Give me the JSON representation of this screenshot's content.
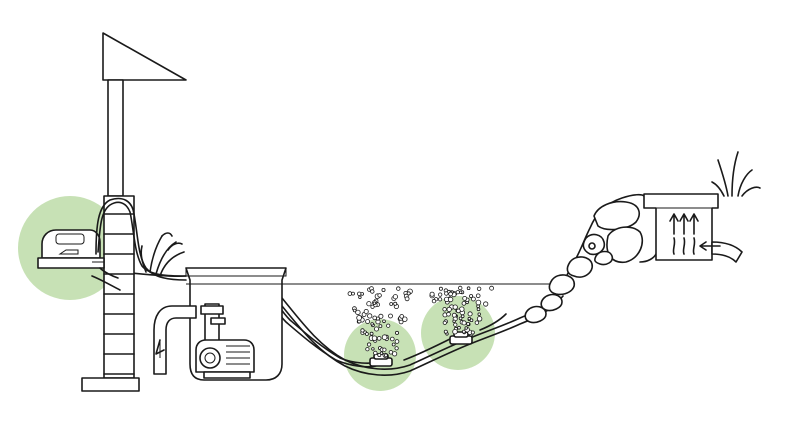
{
  "colors": {
    "ink": "#1a1a1a",
    "highlight": "#a9d18e",
    "highlight_opacity": 0.65,
    "background": "#ffffff"
  },
  "highlights": [
    {
      "name": "air-pump-highlight",
      "icon": "air-pump-icon"
    },
    {
      "name": "diffuser-left-highlight",
      "icon": "air-diffuser-icon"
    },
    {
      "name": "diffuser-right-highlight",
      "icon": "air-diffuser-icon"
    }
  ],
  "components": [
    "rain-shelter-post",
    "air-pump",
    "air-tubing",
    "pump-vault-basin",
    "submersible-pump",
    "return-pipe",
    "pond-liner",
    "air-diffuser-left",
    "air-diffuser-right",
    "rock-ledge",
    "biofalls-filter",
    "waterfall-inlet-pipe",
    "grass-tuft-left",
    "grass-tuft-right"
  ]
}
